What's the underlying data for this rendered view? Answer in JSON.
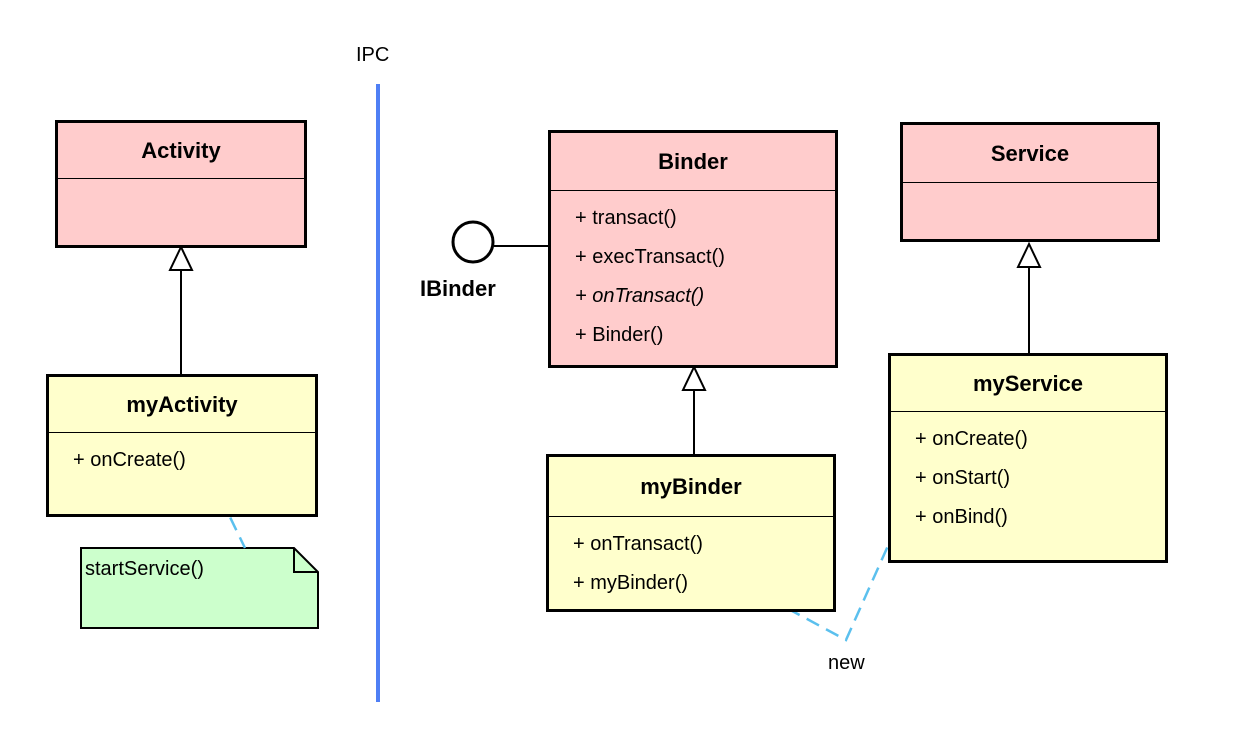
{
  "ipc_label": "IPC",
  "activity": {
    "title": "Activity"
  },
  "my_activity": {
    "title": "myActivity",
    "members": [
      "+ onCreate()"
    ]
  },
  "note": {
    "text": "startService()"
  },
  "binder": {
    "title": "Binder",
    "members": [
      "+ transact()",
      "+ execTransact()",
      "+ onTransact()",
      "+ Binder()"
    ]
  },
  "ibinder": {
    "label": "IBinder"
  },
  "my_binder": {
    "title": "myBinder",
    "members": [
      "+ onTransact()",
      "+ myBinder()"
    ]
  },
  "service": {
    "title": "Service"
  },
  "my_service": {
    "title": "myService",
    "members": [
      "+ onCreate()",
      "+ onStart()",
      "+ onBind()"
    ]
  },
  "new_label": "new",
  "colors": {
    "base_class_fill": "#ffcccc",
    "sub_class_fill": "#ffffcc",
    "note_fill": "#ccffcc",
    "ipc_line": "#4f7ff5",
    "dashed_link": "#5bc0ee"
  }
}
